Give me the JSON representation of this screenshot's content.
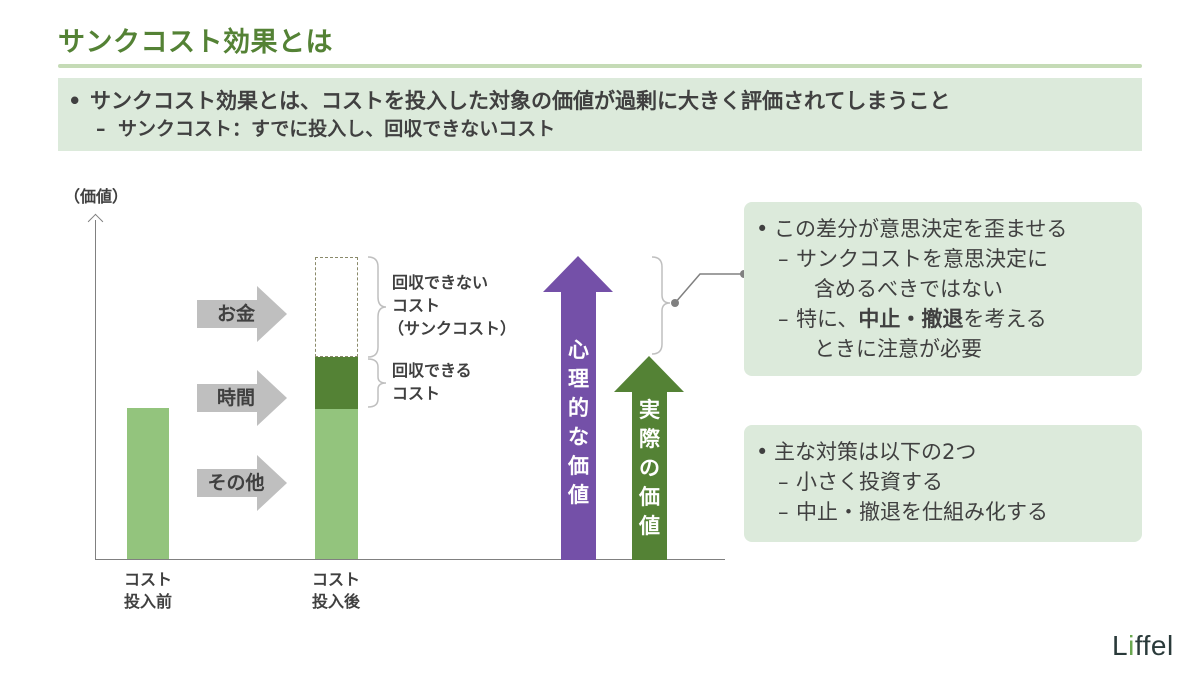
{
  "title": "サンクコスト効果とは",
  "summary": {
    "bullet": "•",
    "line1": "サンクコスト効果とは、コストを投入した対象の価値が過剰に大きく評価されてしまうこと",
    "dash": "–",
    "line2": "サンクコスト：すでに投入し、回収できないコスト"
  },
  "diagram": {
    "y_axis_label": "（価値）",
    "categories": [
      {
        "line1": "コスト",
        "line2": "投入前"
      },
      {
        "line1": "コスト",
        "line2": "投入後"
      }
    ],
    "inputs": [
      "お金",
      "時間",
      "その他"
    ],
    "brace_labels": {
      "unrecoverable": [
        "回収できない",
        "コスト",
        "（サンクコスト）"
      ],
      "recoverable": [
        "回収できる",
        "コスト"
      ]
    },
    "psychological_value": [
      "心",
      "理",
      "的",
      "な",
      "価",
      "値"
    ],
    "actual_value": [
      "実",
      "際",
      "の",
      "価",
      "値"
    ],
    "colors": {
      "title_green": "#548235",
      "bar_light": "#93c47d",
      "bar_dark": "#548235",
      "purple": "#7450a8",
      "callout_bg": "#dceadb",
      "arrow_gray": "#bfbfbf"
    }
  },
  "callout1": {
    "bullet": "•",
    "line1": "この差分が意思決定を歪ませる",
    "dash": "–",
    "sub1_line1": "サンクコストを意思決定に",
    "sub1_line2": "含めるべきではない",
    "sub2_pre": "特に、",
    "sub2_bold": "中止・撤退",
    "sub2_post": "を考える",
    "sub2_line2": "ときに注意が必要"
  },
  "callout2": {
    "bullet": "•",
    "line1": "主な対策は以下の2つ",
    "dash": "–",
    "sub1": "小さく投資する",
    "sub2": "中止・撤退を仕組み化する"
  },
  "logo": {
    "first": "L",
    "leaf": "i",
    "rest": "ffel"
  }
}
